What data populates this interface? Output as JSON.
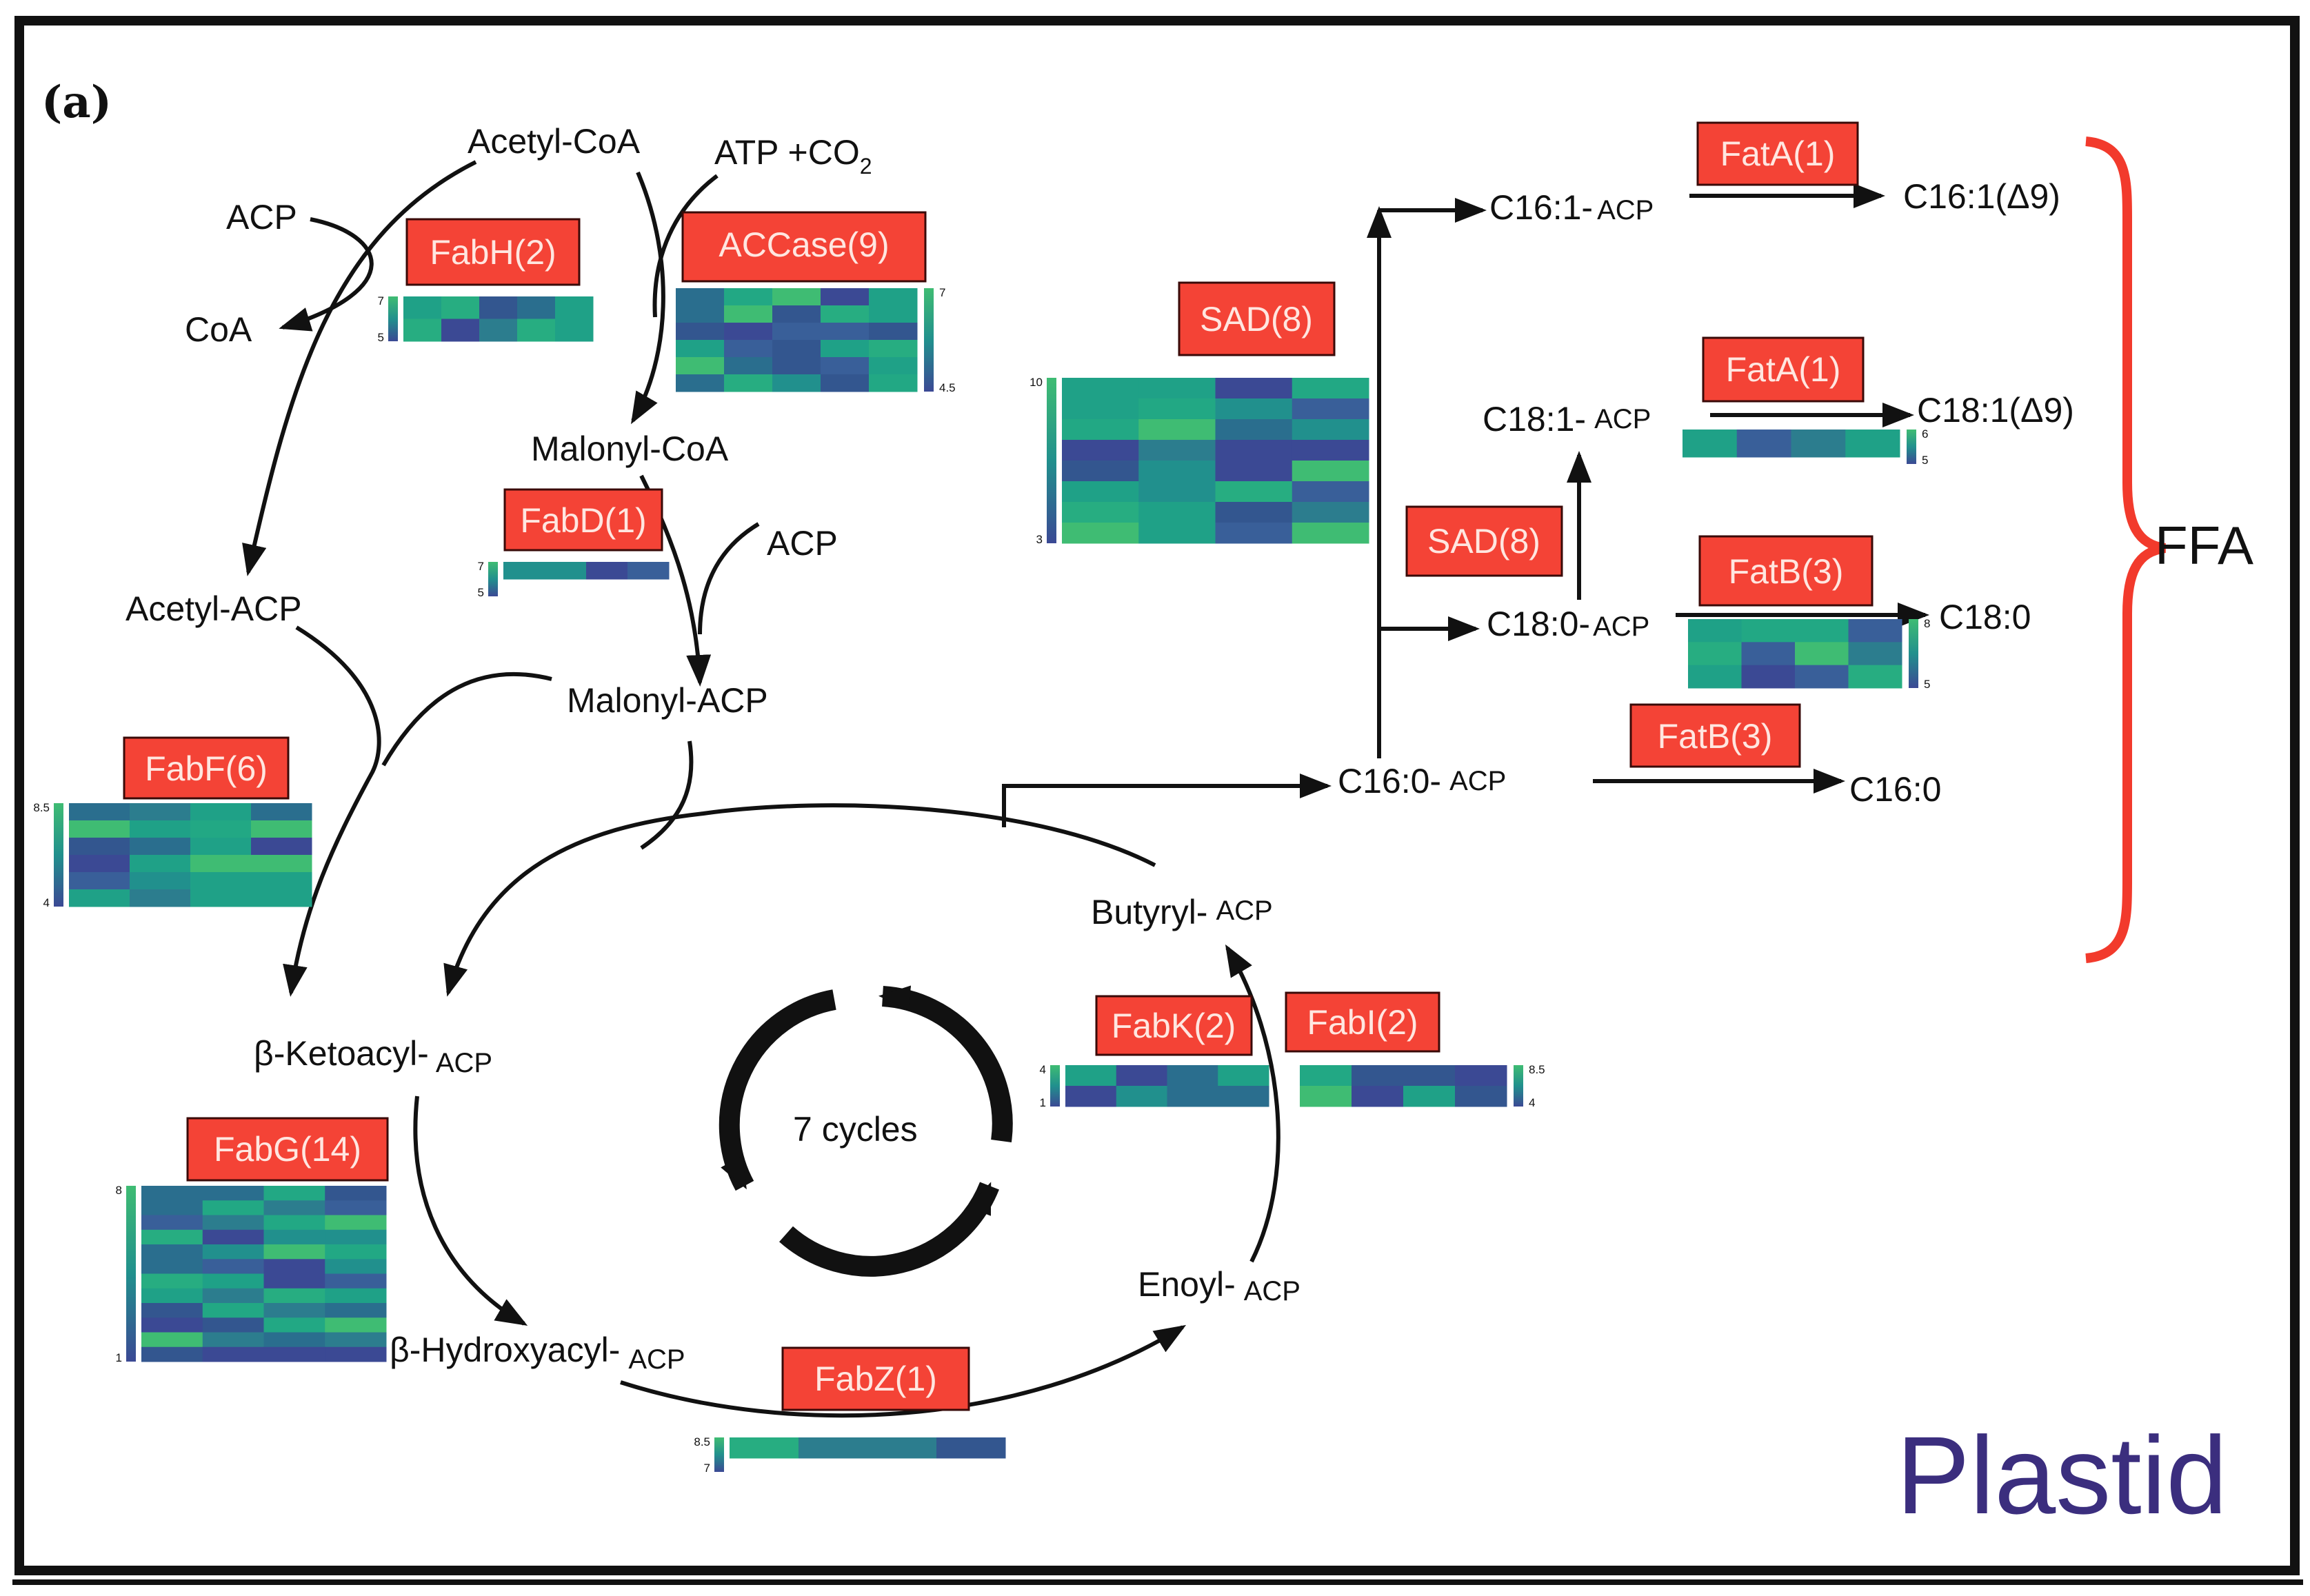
{
  "panel_label": "(a)",
  "metabolites": {
    "acetyl_coa": "Acetyl-CoA",
    "atp_co2": "ATP +CO",
    "atp_co2_sub": "2",
    "acp_top": "ACP",
    "coa": "CoA",
    "malonyl_coa": "Malonyl-CoA",
    "acp_mid": "ACP",
    "acetyl_acp": "Acetyl-ACP",
    "malonyl_acp": "Malonyl-ACP",
    "ketoacyl": "β-Ketoacyl-",
    "hydroxyacyl": "β-Hydroxyacyl-",
    "enoyl": "Enoyl-",
    "butyryl": "Butyryl-",
    "acp_suffix": "ACP",
    "c160_acp": "C16:0-",
    "c161_acp": "C16:1-",
    "c181_acp": "C18:1-",
    "c180_acp": "C18:0-",
    "c161_d9": "C16:1(Δ9)",
    "c181_d9": "C18:1(Δ9)",
    "c180": "C18:0",
    "c160": "C16:0",
    "cycles": "7 cycles",
    "ffa": "FFA",
    "compartment": "Plastid"
  },
  "enzymes": {
    "fabh": "FabH(2)",
    "accase": "ACCase(9)",
    "fabd": "FabD(1)",
    "fabf": "FabF(6)",
    "fabg": "FabG(14)",
    "fabz": "FabZ(1)",
    "fabk": "FabK(2)",
    "fabi": "FabI(2)",
    "sad1": "SAD(8)",
    "sad2": "SAD(8)",
    "fata1": "FatA(1)",
    "fata2": "FatA(1)",
    "fatb1": "FatB(3)",
    "fatb2": "FatB(3)"
  },
  "heatmaps": {
    "fabh": {
      "max": "7",
      "min": "5"
    },
    "accase": {
      "max": "7",
      "min": "4.5"
    },
    "fabd": {
      "max": "7",
      "min": "5"
    },
    "fabf": {
      "max": "8.5",
      "min": "4"
    },
    "fabg": {
      "max": "8",
      "min": "1"
    },
    "fabz": {
      "max": "8.5",
      "min": "7"
    },
    "fabk": {
      "max": "4",
      "min": "1"
    },
    "fabi": {
      "max": "8.5",
      "min": "4"
    },
    "sad": {
      "max": "10",
      "min": "3"
    },
    "fata": {
      "max": "6",
      "min": "5"
    },
    "fatb": {
      "max": "8",
      "min": "5"
    }
  },
  "colors": {
    "enzyme_box": "#f44336",
    "brace": "#f23a2c",
    "compartment_text": "#3b2e7e",
    "heat_low": "#3b4994",
    "heat_mid": "#21908d",
    "heat_high": "#3fbc73"
  }
}
